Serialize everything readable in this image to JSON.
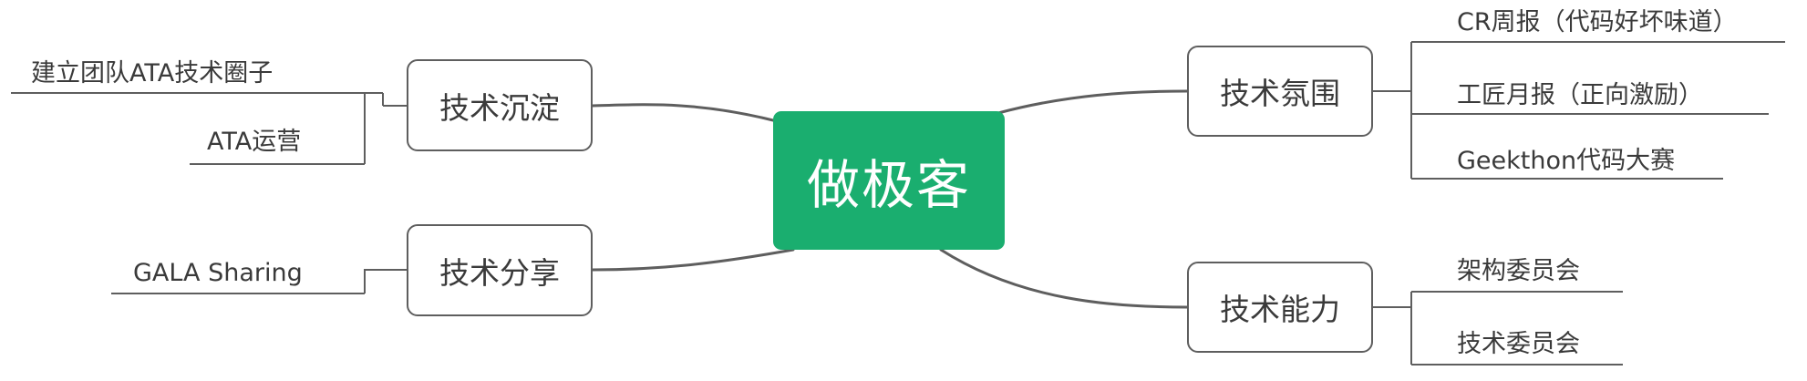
{
  "center": {
    "label": "做极客"
  },
  "branches": {
    "chendian": {
      "label": "技术沉淀",
      "leaves": [
        "建立团队ATA技术圈子",
        "ATA运营"
      ]
    },
    "fenxiang": {
      "label": "技术分享",
      "leaves": [
        "GALA Sharing"
      ]
    },
    "fenwei": {
      "label": "技术氛围",
      "leaves": [
        "CR周报（代码好坏味道）",
        "工匠月报（正向激励）",
        "Geekthon代码大赛"
      ]
    },
    "nengli": {
      "label": "技术能力",
      "leaves": [
        "架构委员会",
        "技术委员会"
      ]
    }
  },
  "colors": {
    "center_fill": "#1aae6f",
    "center_text": "#ffffff",
    "node_border": "#5e5e5e",
    "text": "#3a3a3a",
    "connector": "#5e5e5e"
  }
}
